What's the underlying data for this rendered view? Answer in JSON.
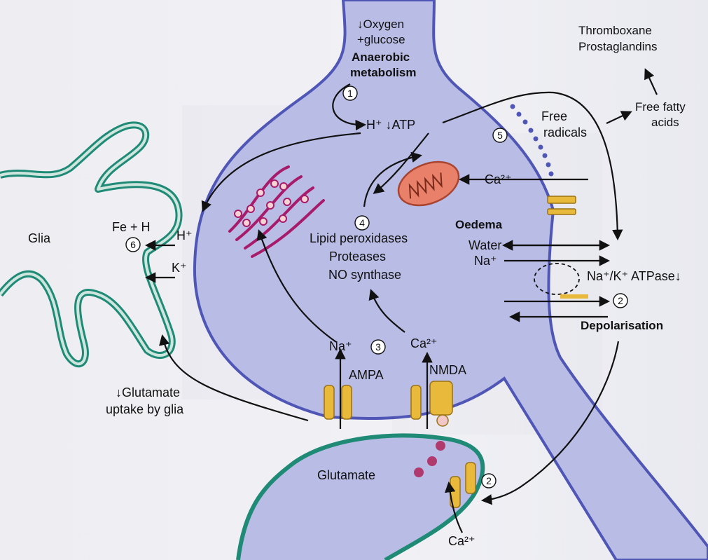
{
  "labels": {
    "oxygen": "↓Oxygen",
    "glucose": "+glucose",
    "anaerobic1": "Anaerobic",
    "anaerobic2": "metabolism",
    "h_atp": "H⁺ ↓ATP",
    "thromboxane": "Thromboxane",
    "prostaglandins": "Prostaglandins",
    "free_fatty1": "Free fatty",
    "free_fatty2": "acids",
    "free_radicals1": "Free",
    "free_radicals2": "radicals",
    "ca_mito": "Ca²⁺",
    "oedema": "Oedema",
    "water": "Water",
    "na_in": "Na⁺",
    "atpase": "Na⁺/K⁺ ATPase↓",
    "depolarisation": "Depolarisation",
    "lipid": "Lipid peroxidases",
    "proteases": "Proteases",
    "no_synthase": "NO synthase",
    "na_ampa": "Na⁺",
    "ca_nmda": "Ca²⁺",
    "ampa": "AMPA",
    "nmda": "NMDA",
    "glia": "Glia",
    "fe_h": "Fe + H",
    "h_glia": "H⁺",
    "k_glia": "K⁺",
    "glut_uptake1": "↓Glutamate",
    "glut_uptake2": "uptake by glia",
    "glutamate": "Glutamate",
    "ca_bottom": "Ca²⁺"
  },
  "steps": [
    "1",
    "2",
    "2",
    "3",
    "4",
    "5",
    "6"
  ],
  "colors": {
    "neuron_fill": "#b9bde6",
    "neuron_outline": "#4f56b5",
    "glia_outline": "#1f8a76",
    "channel": "#e8b93a",
    "mitochondrion": "#e8806a",
    "er": "#a81b6a",
    "vesicle": "#b03a6e"
  }
}
